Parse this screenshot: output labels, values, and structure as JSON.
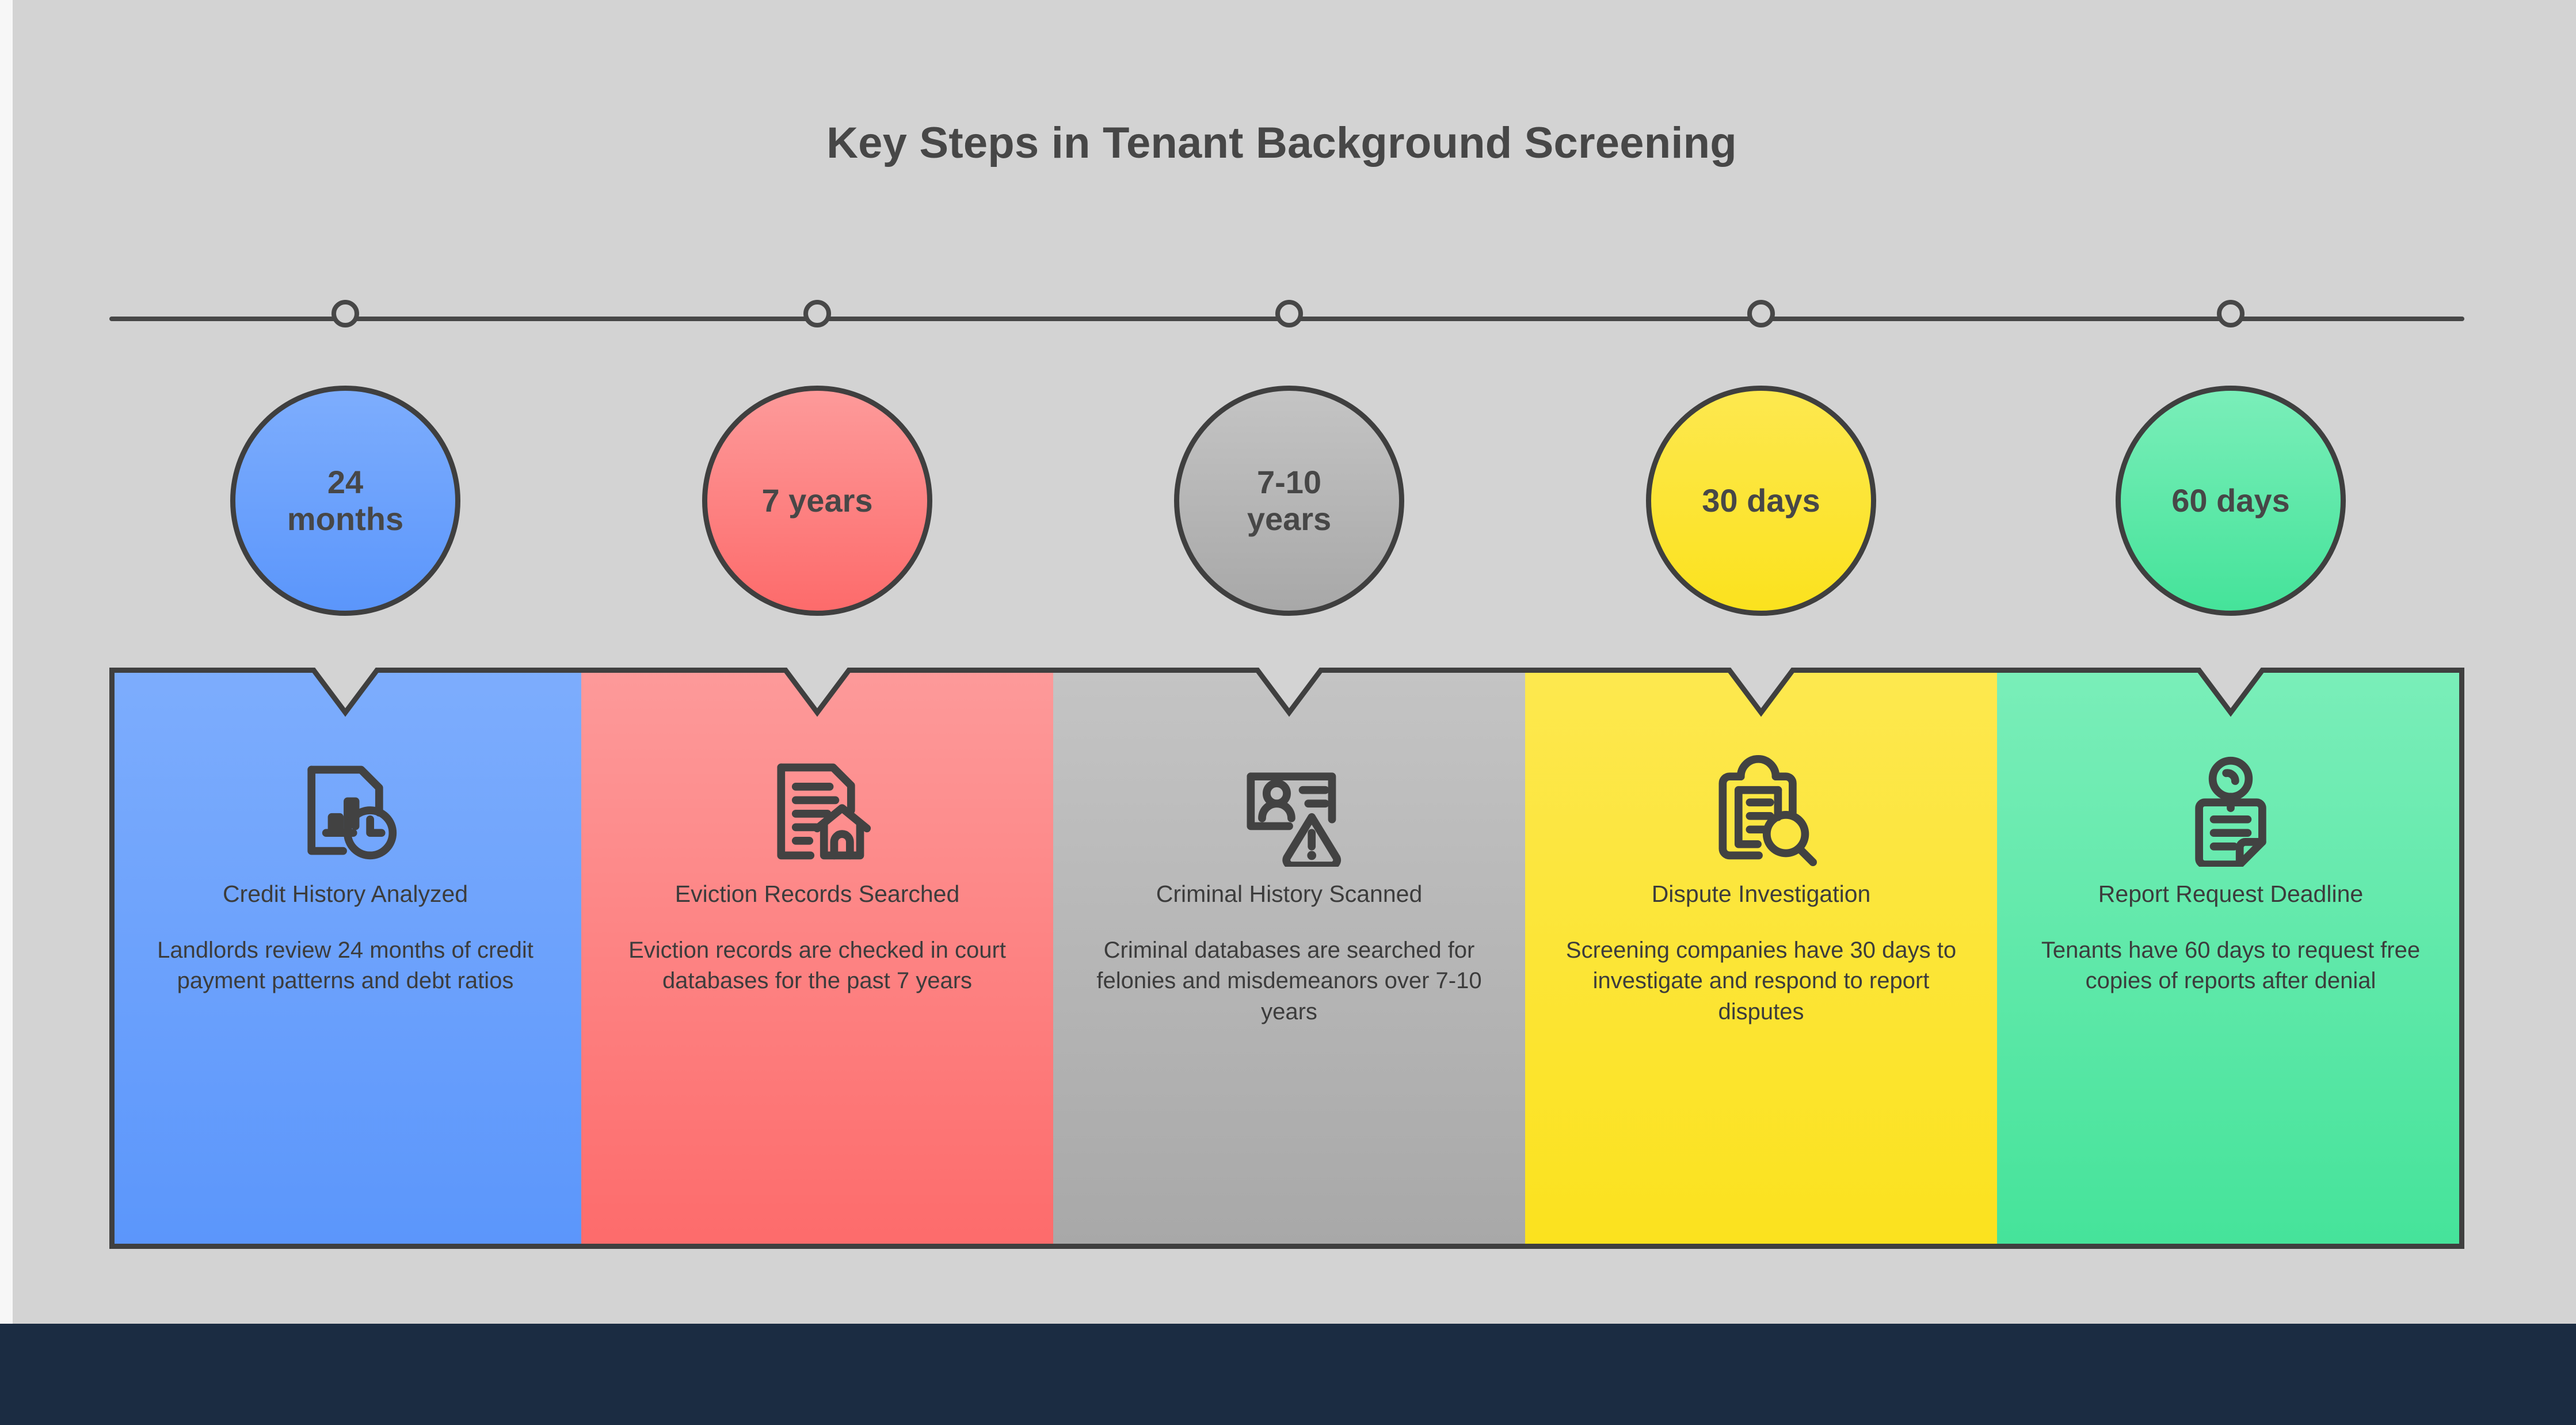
{
  "title": "Key Steps in Tenant Background Screening",
  "colors": {
    "background": "#d3d3d3",
    "page_edge": "#f7f7f7",
    "bottom_band": "#1b2c42",
    "outline": "#3f3f3f",
    "text": "#474747",
    "body_text": "#3c3c3c",
    "blue": "#5b96fb",
    "blue_light": "#7dadfd",
    "red": "#fd6b6b",
    "red_light": "#fd9a9a",
    "grey": "#a8a8a8",
    "grey_light": "#c4c4c4",
    "yellow": "#fbe21e",
    "yellow_light": "#fde84f",
    "green": "#45e39a",
    "green_light": "#7aeeb9"
  },
  "timeline": {
    "node_count": 5,
    "axis_color": "#474747"
  },
  "steps": [
    {
      "badge": "24 months",
      "badge_line1": "24",
      "badge_line2": "months",
      "heading": "Credit History Analyzed",
      "description": "Landlords review 24 months of credit payment patterns and debt ratios",
      "icon": "document-chart-clock-icon",
      "color": "#5b96fb",
      "color_light": "#7dadfd"
    },
    {
      "badge": "7 years",
      "badge_line1": "7 years",
      "badge_line2": "",
      "heading": "Eviction Records Searched",
      "description": "Eviction records are checked in court databases for the past 7 years",
      "icon": "document-house-icon",
      "color": "#fd6b6b",
      "color_light": "#fd9a9a"
    },
    {
      "badge": "7-10 years",
      "badge_line1": "7-10",
      "badge_line2": "years",
      "heading": "Criminal History Scanned",
      "description": "Criminal databases are searched for felonies and misdemeanors over 7-10 years",
      "icon": "id-card-warning-icon",
      "color": "#a8a8a8",
      "color_light": "#c4c4c4"
    },
    {
      "badge": "30 days",
      "badge_line1": "30 days",
      "badge_line2": "",
      "heading": "Dispute Investigation",
      "description": "Screening companies have 30 days to investigate and respond to report disputes",
      "icon": "clipboard-search-icon",
      "color": "#fbe21e",
      "color_light": "#fde84f"
    },
    {
      "badge": "60 days",
      "badge_line1": "60 days",
      "badge_line2": "",
      "heading": "Report Request Deadline",
      "description": "Tenants have 60 days to request free copies of reports after denial",
      "icon": "pinned-note-icon",
      "color": "#45e39a",
      "color_light": "#7aeeb9"
    }
  ]
}
